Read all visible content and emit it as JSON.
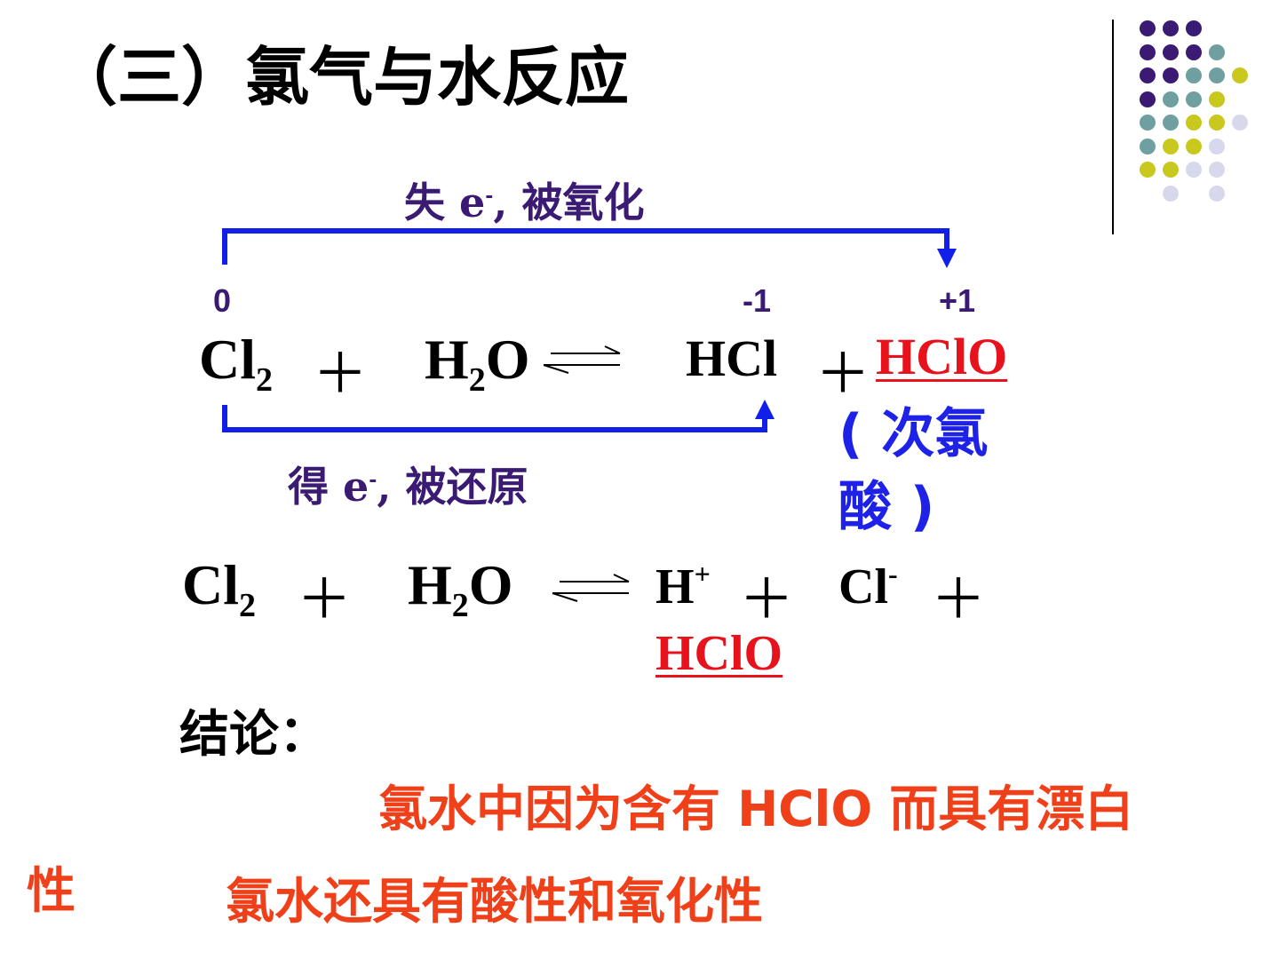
{
  "title": "（三）氯气与水反应",
  "annotations": {
    "lose_prefix": "失 e",
    "lose_suffix": ", 被氧化",
    "gain_prefix": "得 e",
    "gain_suffix": ", 被还原",
    "electron_charge": "-"
  },
  "oxidation_states": {
    "cl2": "0",
    "hcl": "-1",
    "hclo": "+1"
  },
  "equation1": {
    "cl": "Cl",
    "cl_sub": "2",
    "plus": "＋",
    "h": "H",
    "h_sub": "2",
    "o": "O",
    "hcl": "HCl",
    "hclo": "HClO",
    "note": "( 次氯酸 )"
  },
  "equation2": {
    "cl": "Cl",
    "cl_sub": "2",
    "plus": "＋",
    "h": "H",
    "h_sub": "2",
    "o": "O",
    "hplus": "H",
    "hplus_sup": "+",
    "clminus": "Cl",
    "clminus_sup": "-",
    "hclo": "HClO"
  },
  "conclusion": {
    "label": "结论：",
    "line1": "氯水中因为含有 HClO 而具有漂白",
    "line1_wrap": "性",
    "line2": "氯水还具有酸性和氧化性"
  },
  "colors": {
    "purple": "#3a1a72",
    "teal": "#6f9fa0",
    "yellow": "#c8c81e",
    "lavender": "#d8d8ec",
    "red": "#e8121d",
    "blue": "#1e22e6",
    "orange": "#f0401a"
  }
}
